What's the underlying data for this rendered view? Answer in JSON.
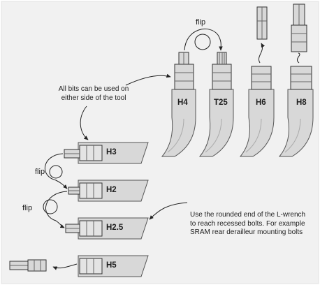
{
  "annotations": {
    "both_sides": "All bits can be used on either side of the tool",
    "rounded_end": "Use the rounded end of the L-wrench to reach recessed bolts. For example SRAM rear derailleur mounting bolts"
  },
  "flip_labels": [
    "flip",
    "flip",
    "flip"
  ],
  "vertical_bits": [
    {
      "label": "H4",
      "tip": "hex"
    },
    {
      "label": "T25",
      "tip": "torx"
    },
    {
      "label": "H6",
      "tip": "hex",
      "detached": true
    },
    {
      "label": "H8",
      "tip": "hex",
      "detached": true
    }
  ],
  "horizontal_bits": [
    {
      "label": "H3"
    },
    {
      "label": "H2"
    },
    {
      "label": "H2.5"
    },
    {
      "label": "H5",
      "detached": true
    }
  ],
  "colors": {
    "background": "#ffffff",
    "panel": "#f1f1f1",
    "body": "#d8d8d8",
    "steel": "#c9c9c9",
    "line": "#222222"
  }
}
